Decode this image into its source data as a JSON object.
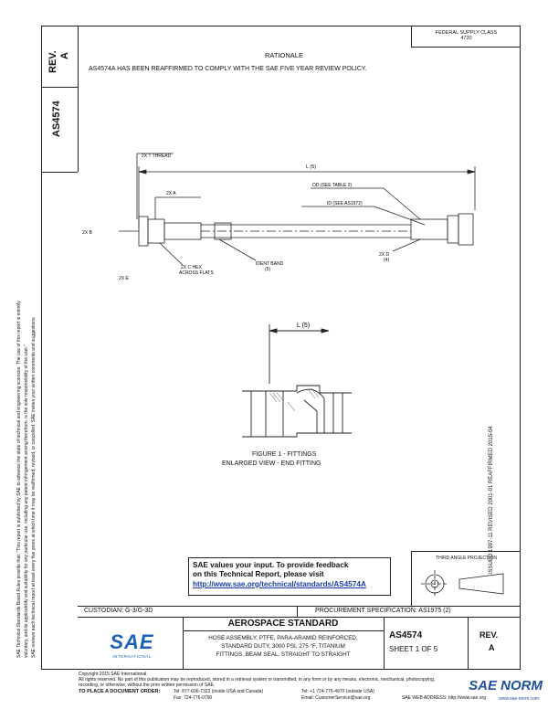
{
  "header": {
    "rev_label": "REV.",
    "rev_value": "A",
    "doc_number": "AS4574",
    "fsc_line1": "FEDERAL SUPPLY CLASS",
    "fsc_line2": "4720"
  },
  "rationale": {
    "title": "RATIONALE",
    "text": "AS4574A HAS BEEN REAFFIRMED TO COMPLY WITH THE SAE FIVE YEAR REVIEW POLICY."
  },
  "left_margin": {
    "line1": "SAE Technical Standards Board Rules provide that: \"This report is published by SAE to advance the state of technical and engineering sciences. The use of this report is entirely",
    "line2": "voluntary, and its applicability and suitability for any particular use, including any patent infringement arising therefrom, is the sole responsibility of the user.\"",
    "line3": "SAE reviews each technical report at least every five years at which time it may be reaffirmed, revised, or cancelled. SAE invites your written comments and suggestions."
  },
  "right_margin": {
    "text": "ISSUED 1997-11    REVISED 2001-01    REAFFIRMED 2015-04"
  },
  "drawing": {
    "labels": {
      "thread": "2X T THREAD",
      "length": "L (5)",
      "od": "OD (SEE TABLE 2)",
      "id": "ID (SEE AS1972)",
      "dim_a": "2X A",
      "dim_b": "2X B",
      "hex": "2X C HEX",
      "hex2": "ACROSS FLATS",
      "band": "IDENT BAND",
      "band2": "(5)",
      "dim_d": "2X D",
      "dim_d2": "(4)",
      "dim_e": "2X E"
    },
    "detail_length": "L (5)",
    "figure_title": "FIGURE 1 - FITTINGS",
    "figure_subtitle": "ENLARGED VIEW - END FITTING"
  },
  "feedback": {
    "line1": "SAE values your input. To provide feedback",
    "line2": "on this Technical Report, please visit",
    "link": "http://www.sae.org/technical/standards/AS4574A"
  },
  "projection": {
    "label": "THIRD ANGLE PROJECTION"
  },
  "title_block": {
    "custodian": "CUSTODIAN: G-3/G-3D",
    "procurement": "PROCUREMENT SPECIFICATION: AS1975 (2)",
    "standard": "AEROSPACE STANDARD",
    "desc_line1": "HOSE ASSEMBLY, PTFE, PARA-ARAMID REINFORCED,",
    "desc_line2": "STANDARD DUTY, 3000 PSI, 275 °F, TITANIUM",
    "desc_line3": "FITTINGS, BEAM SEAL, STRAIGHT TO STRAIGHT",
    "doc": "AS4574",
    "sheet": "SHEET 1 OF 5",
    "rev_label": "REV.",
    "rev_value": "A",
    "sae_logo": "SAE",
    "sae_sub": "INTERNATIONAL"
  },
  "footer": {
    "line1": "Copyright 2015 SAE International",
    "line2": "All rights reserved. No part of this publication may be reproduced, stored in a retrieval system or transmitted, in any form or by any means, electronic, mechanical, photocopying,",
    "line3": "recording, or otherwise, without the prior written permission of SAE.",
    "order_label": "TO PLACE A DOCUMENT ORDER:",
    "tel1": "Tel: 877-606-7323 (inside USA and Canada)",
    "tel2": "Tel: +1 724-776-4970 (outside USA)",
    "fax": "Fax: 724-776-0790",
    "email": "Email: CustomerService@sae.org",
    "web": "SAE WEB ADDRESS: http://www.sae.org"
  },
  "watermark": {
    "text": "SAE NORM",
    "sub": "www.sae-norm.com"
  },
  "colors": {
    "link": "#1a3da8",
    "watermark": "#1f4fa0",
    "sae_blue": "#1f5fb5"
  }
}
